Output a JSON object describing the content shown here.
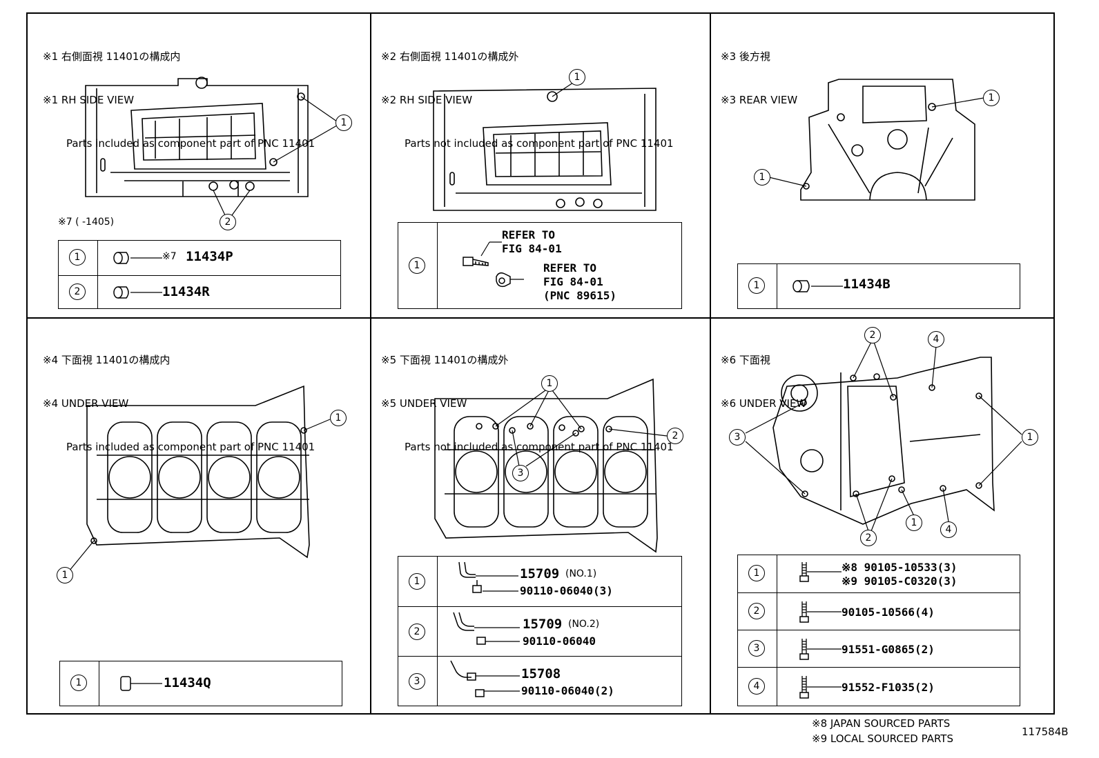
{
  "panels": [
    {
      "header_jp": "※1 右側面視 11401の構成内",
      "header_en": "※1 RH SIDE VIEW",
      "header_sub": "Parts included as component part of PNC 11401",
      "note": "※7 (      -1405)",
      "rows": [
        {
          "num": "1",
          "part": "11434P",
          "prefix": "※7"
        },
        {
          "num": "2",
          "part": "11434R",
          "prefix": ""
        }
      ]
    },
    {
      "header_jp": "※2 右側面視 11401の構成外",
      "header_en": "※2 RH SIDE VIEW",
      "header_sub": "Parts not included as component part of PNC 11401",
      "rows": [
        {
          "num": "1",
          "refer1": "REFER TO",
          "fig1": "FIG 84-01",
          "refer2": "REFER TO",
          "fig2": "FIG 84-01",
          "pnc": "(PNC 89615)"
        }
      ]
    },
    {
      "header_jp": "※3 後方視",
      "header_en": "※3 REAR VIEW",
      "rows": [
        {
          "num": "1",
          "part": "11434B"
        }
      ]
    },
    {
      "header_jp": "※4 下面視 11401の構成内",
      "header_en": "※4 UNDER VIEW",
      "header_sub": "Parts included as component part of PNC 11401",
      "rows": [
        {
          "num": "1",
          "part": "11434Q"
        }
      ]
    },
    {
      "header_jp": "※5 下面視 11401の構成外",
      "header_en": "※5 UNDER VIEW",
      "header_sub": "Parts not included as component part of PNC 11401",
      "rows": [
        {
          "num": "1",
          "part": "15709",
          "variant": "(NO.1)",
          "bolt": "90110-06040(3)"
        },
        {
          "num": "2",
          "part": "15709",
          "variant": "(NO.2)",
          "bolt": "90110-06040"
        },
        {
          "num": "3",
          "part": "15708",
          "variant": "",
          "bolt": "90110-06040(2)"
        }
      ]
    },
    {
      "header_jp": "※6 下面視",
      "header_en": "※6 UNDER VIEW",
      "rows": [
        {
          "num": "1",
          "line1": "※8 90105-10533(3)",
          "line2": "※9 90105-C0320(3)"
        },
        {
          "num": "2",
          "line1": "90105-10566(4)"
        },
        {
          "num": "3",
          "line1": "91551-G0865(2)"
        },
        {
          "num": "4",
          "line1": "91552-F1035(2)"
        }
      ]
    }
  ],
  "callouts": {
    "one": "1",
    "two": "2",
    "three": "3",
    "four": "4"
  },
  "footer": {
    "note8": "※8 JAPAN SOURCED PARTS",
    "note9": "※9 LOCAL SOURCED PARTS",
    "code": "117584B"
  }
}
